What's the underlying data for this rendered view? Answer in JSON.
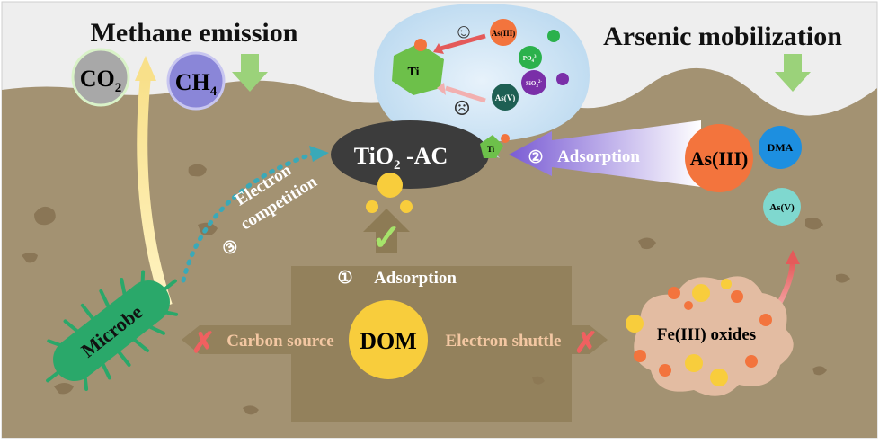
{
  "title_left": "Methane emission",
  "title_right": "Arsenic mobilization",
  "gases": {
    "co2": "CO",
    "co2_sub": "2",
    "ch4": "CH",
    "ch4_sub": "4"
  },
  "bubble": {
    "ti": "Ti",
    "as3": "As(III)",
    "po4": "PO",
    "po4_sub": "4",
    "po4_sup": "3-",
    "sio3": "SiO",
    "sio3_sub": "3",
    "sio3_sup": "2-",
    "as5": "As(V)",
    "happy": "☺",
    "sad": "☹"
  },
  "tio2": {
    "main": "TiO",
    "sub": "2",
    "suffix": " -AC",
    "ti_tag": "Ti"
  },
  "steps": {
    "step1_num": "①",
    "step1_label": "Adsorption",
    "step2_num": "②",
    "step2_label": "Adsorption",
    "step3_num": "③",
    "step3_label_1": "Electron",
    "step3_label_2": "competition"
  },
  "species": {
    "as3_big": "As(III)",
    "dma": "DMA",
    "as5_small": "As(V)"
  },
  "dom": {
    "label": "DOM",
    "carbon_source": "Carbon source",
    "electron_shuttle": "Electron shuttle"
  },
  "microbe": "Microbe",
  "fe_oxides": "Fe(III) oxides",
  "marks": {
    "check": "✓",
    "cross": "✗"
  },
  "colors": {
    "sky": "#eeeeee",
    "soil": "#a39272",
    "soil_dark": "#8a7656",
    "tio2": "#3c3c3c",
    "as3": "#f3743d",
    "dma": "#1d8fe0",
    "as5": "#7fd8cf",
    "dom": "#f8cd3c",
    "microbe": "#2aa86a",
    "fe": "#e3bca2",
    "bubble": "#cbe3f4",
    "green_arrow": "#9bd27a",
    "red_x": "#f06060"
  }
}
